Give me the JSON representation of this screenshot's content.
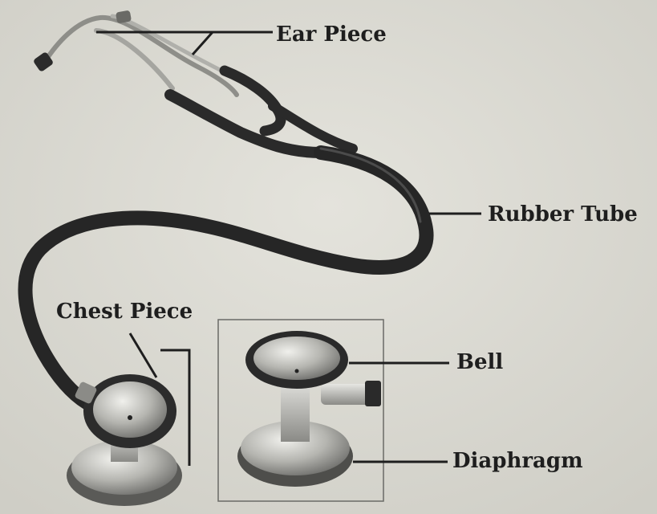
{
  "labels": {
    "ear_piece": "Ear Piece",
    "rubber_tube": "Rubber Tube",
    "chest_piece": "Chest Piece",
    "bell": "Bell",
    "diaphragm": "Diaphragm"
  },
  "colors": {
    "background": "#d9d8d1",
    "tubing": "#2a2a2a",
    "metal": "#a9a9a4",
    "text": "#1e1e1e"
  }
}
